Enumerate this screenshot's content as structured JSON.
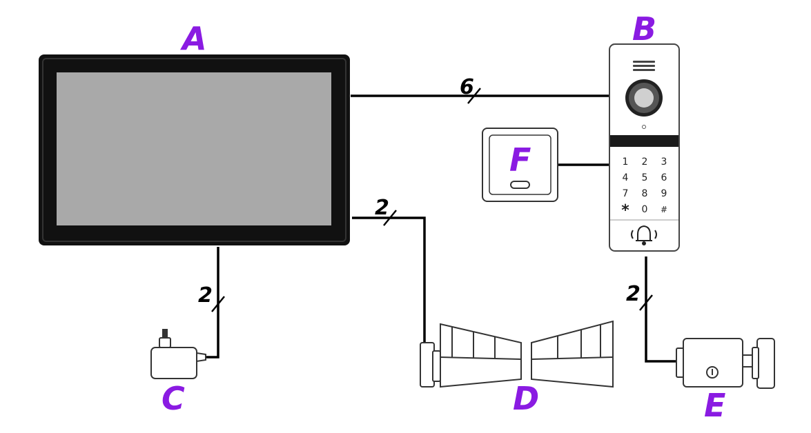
{
  "labels": {
    "monitor": "A",
    "door_station": "B",
    "power_supply": "C",
    "gate_drive": "D",
    "electric_lock": "E",
    "card_reader": "F"
  },
  "wires": {
    "monitor_to_station": "6",
    "monitor_to_gate": "2",
    "monitor_to_power": "2",
    "station_to_lock": "2"
  },
  "keypad": {
    "row1": [
      "1",
      "2",
      "3"
    ],
    "row2": [
      "4",
      "5",
      "6"
    ],
    "row3": [
      "7",
      "8",
      "9"
    ],
    "row4": [
      "*",
      "0",
      "#"
    ]
  },
  "colors": {
    "label": "#8a1be2",
    "line": "#000000",
    "screen": "#a9a9a9",
    "frame": "#111111"
  }
}
